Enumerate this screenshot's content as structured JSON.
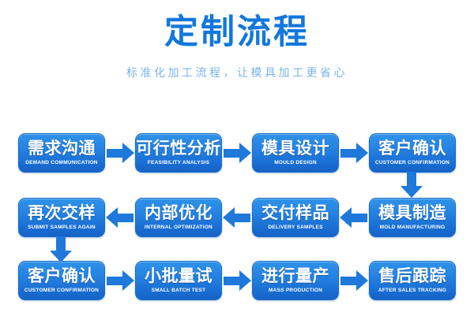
{
  "header": {
    "title": "定制流程",
    "subtitle": "标准化加工流程，让模具加工更省心",
    "title_color": "#1277dc",
    "subtitle_color": "#7cb3ea"
  },
  "theme": {
    "background": "#ffffff",
    "node_gradient_top": "#2f93e8",
    "node_gradient_bottom": "#1663c6",
    "node_border": "#1a6cc9",
    "arrow_color": "#1e79db",
    "node_text_color": "#ffffff"
  },
  "flow": {
    "rows": [
      {
        "direction": "left-to-right",
        "nodes": [
          {
            "cn": "需求沟通",
            "en": "DEMAND COMMUNICATION"
          },
          {
            "cn": "可行性分析",
            "en": "FEASIBILITY ANALYSIS"
          },
          {
            "cn": "模具设计",
            "en": "MOULD DESIGN"
          },
          {
            "cn": "客户确认",
            "en": "CUSTOMER CONFIRMATION"
          }
        ]
      },
      {
        "direction": "right-to-left",
        "nodes": [
          {
            "cn": "再次交样",
            "en": "SUBMIT SAMPLES AGAIN"
          },
          {
            "cn": "内部优化",
            "en": "INTERNAL OPTIMIZATION"
          },
          {
            "cn": "交付样品",
            "en": "DELIVERY SAMPLES"
          },
          {
            "cn": "模具制造",
            "en": "MOLD MANUFACTURING"
          }
        ]
      },
      {
        "direction": "left-to-right",
        "nodes": [
          {
            "cn": "客户确认",
            "en": "CUSTOMER CONFIRMATION"
          },
          {
            "cn": "小批量试",
            "en": "SMALL BATCH TEST"
          },
          {
            "cn": "进行量产",
            "en": "MASS PRODUCTION"
          },
          {
            "cn": "售后跟踪",
            "en": "AFTER SALES TRACKING"
          }
        ]
      }
    ],
    "connectors": [
      {
        "name": "row1-to-row2-down-arrow",
        "direction": "down",
        "side": "right"
      },
      {
        "name": "row2-to-row3-down-arrow",
        "direction": "down",
        "side": "left"
      }
    ]
  }
}
